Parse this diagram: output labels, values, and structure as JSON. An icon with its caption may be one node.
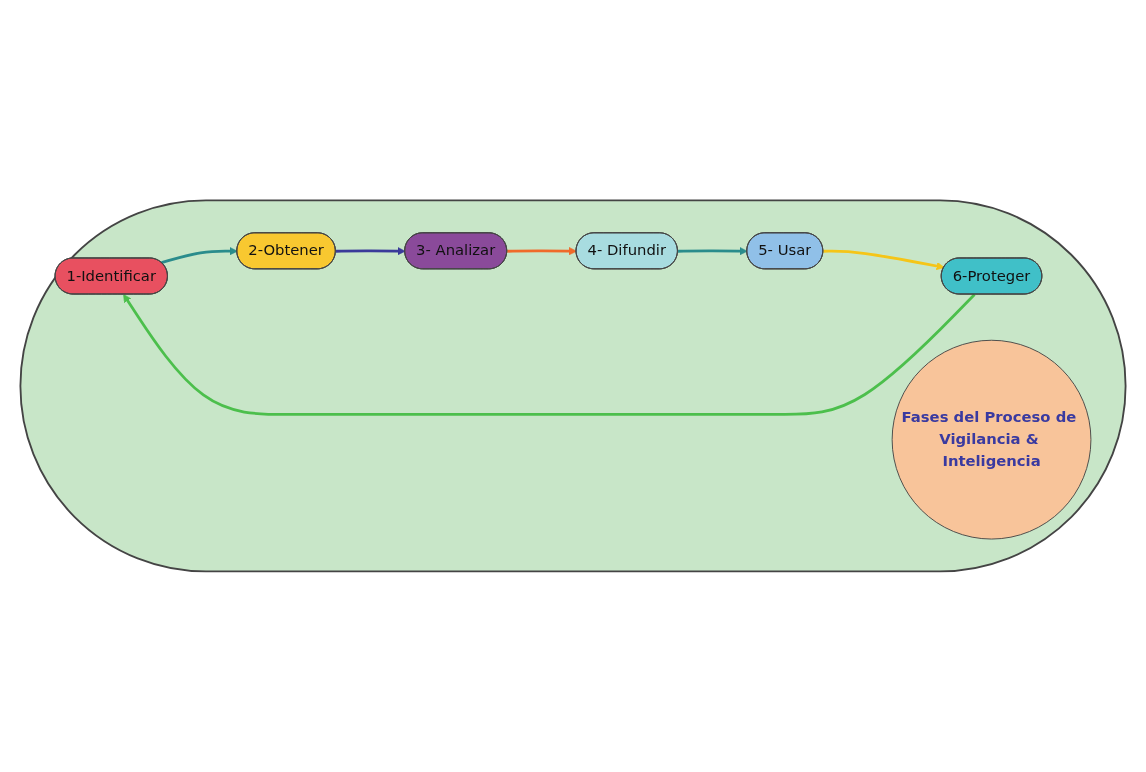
{
  "diagram": {
    "nodes": [
      {
        "text": [],
        "shape": "ellipse"
      },
      {
        "text": [
          "1-Identificar"
        ],
        "in": 0
      },
      {
        "text": [
          "2-Obtener"
        ],
        "in": 0
      },
      {
        "text": [
          "3- Analizar"
        ],
        "in": 0
      },
      {
        "text": [
          "4- Difundir"
        ],
        "in": 0
      },
      {
        "text": [
          "5- Usar"
        ],
        "in": 0
      },
      {
        "text": [
          "6-Proteger"
        ],
        "in": 0
      },
      {
        "text": [
          "Fases del Proceso de Vigilancia & Inteligencia"
        ],
        "in": 0
      }
    ],
    "edges": [
      {
        "from": 1,
        "to": 2,
        "arrow": "to",
        "color": "#2a8c8c"
      },
      {
        "from": 2,
        "to": 3,
        "arrow": "to",
        "color": "#3a3a9a"
      },
      {
        "from": 3,
        "to": 4,
        "arrow": "to",
        "color": "#f06a2a"
      },
      {
        "from": 4,
        "to": 5,
        "arrow": "to",
        "color": "#2a8c8c"
      },
      {
        "from": 5,
        "to": 6,
        "arrow": "to",
        "color": "#f5c518"
      },
      {
        "from": 6,
        "to": 1,
        "arrow": "to",
        "color": "#4cbf4c"
      }
    ]
  }
}
